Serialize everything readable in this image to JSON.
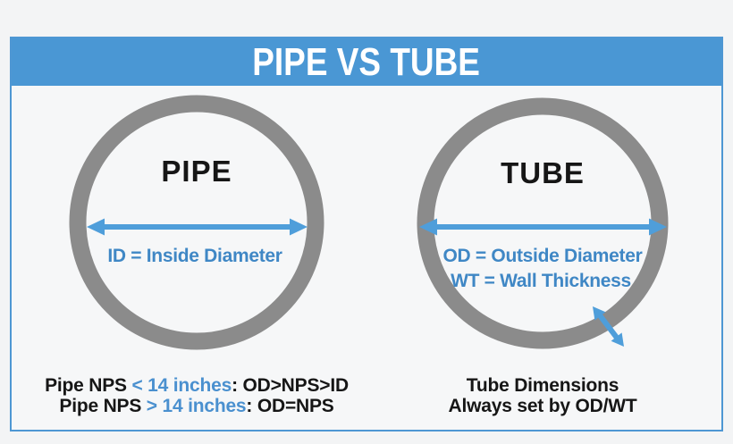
{
  "header": {
    "title": "PIPE VS TUBE"
  },
  "pipe": {
    "label": "PIPE",
    "dimension_label": "ID = Inside Diameter"
  },
  "tube": {
    "label": "TUBE",
    "dimension_label_od": "OD = Outside Diameter",
    "dimension_label_wt": "WT = Wall Thickness"
  },
  "notes": {
    "pipe": {
      "line1": {
        "pre": "Pipe NPS ",
        "highlight": "< 14 inches",
        "post": ": OD>NPS>ID"
      },
      "line2": {
        "pre": "Pipe NPS ",
        "highlight": "> 14 inches",
        "post": ": OD=NPS"
      }
    },
    "tube": {
      "line1": "Tube Dimensions",
      "line2": "Always set by OD/WT"
    }
  },
  "colors": {
    "header_blue": "#4a97d4",
    "border_blue": "#4e97d3",
    "arrow_blue": "#4f9eda",
    "text_blue": "#3f87c5",
    "ring_gray": "#8b8b8b",
    "text_black": "#161616",
    "background": "#f3f4f5",
    "panel_background": "#f6f7f8",
    "title_white": "#ffffff"
  }
}
